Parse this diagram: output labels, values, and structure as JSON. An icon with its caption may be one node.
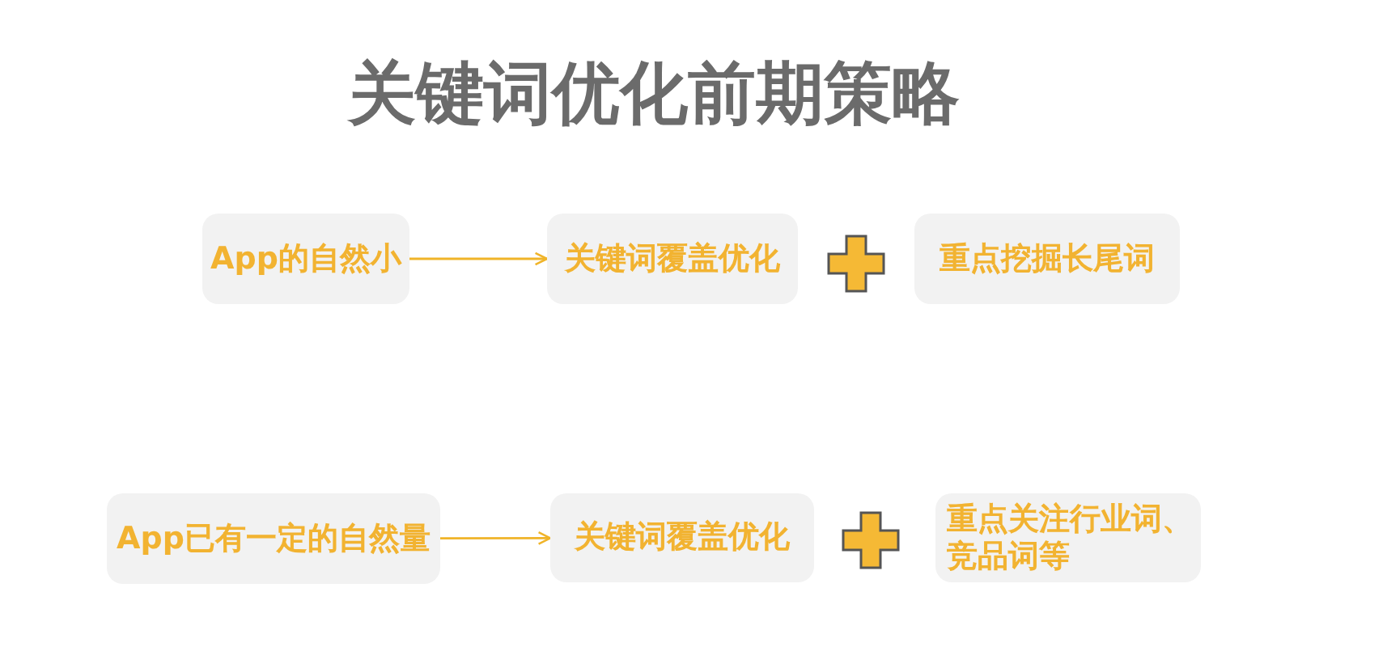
{
  "diagram": {
    "title": "关键词优化前期策略",
    "nodes": [
      {
        "text": [
          "App的自然小"
        ]
      },
      {
        "text": [
          "关键词覆盖优化"
        ]
      },
      {
        "text": [],
        "shape": "plus"
      },
      {
        "text": [
          "重点挖掘长尾词"
        ]
      },
      {
        "text": [
          "App已有一定的自然量"
        ]
      },
      {
        "text": [
          "关键词覆盖优化"
        ]
      },
      {
        "text": [],
        "shape": "plus"
      },
      {
        "text": [
          "重点关注行业词、竞品词等"
        ]
      }
    ],
    "edges": [
      {
        "from": 0,
        "to": 1,
        "arrow": "to"
      },
      {
        "from": 4,
        "to": 5,
        "arrow": "to"
      }
    ]
  }
}
